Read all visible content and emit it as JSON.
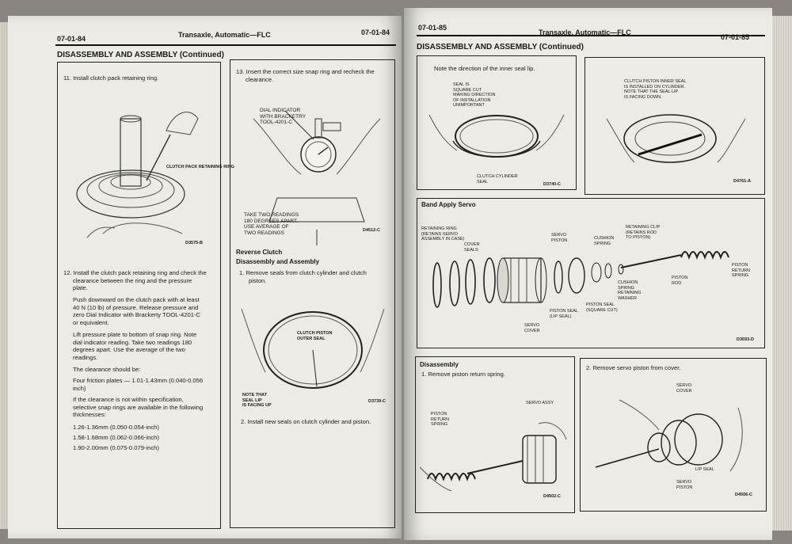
{
  "left_page": {
    "page_number_left": "07-01-84",
    "running_head": "Transaxle, Automatic—FLC",
    "page_number_right": "07-01-84",
    "section_title": "DISASSEMBLY AND ASSEMBLY (Continued)",
    "col1": {
      "step11": "11.  Install clutch pack retaining ring.",
      "fig1_callout": "CLUTCH PACK RETAINING RING",
      "fig1_id": "D3575-B",
      "step12_lines": [
        "12.   Install the clutch pack retaining ring and check the",
        "clearance between the ring and the pressure",
        "plate."
      ],
      "para1_lines": [
        "Push downward on the clutch pack with at least",
        "40 N (10 lb) of pressure. Release pressure and",
        "zero Dial Indicator with Brackerty TOOL-4201-C",
        "or equivalent."
      ],
      "para2_lines": [
        "Lift pressure plate to bottom of snap ring. Note",
        "dial indicator reading. Take two readings 180",
        "degrees apart. Use the average of the two",
        "readings."
      ],
      "clearance_label": "The clearance should be:",
      "clearance_lines": [
        "Four friction plates — 1.01-1.43mm (0.040-0.056",
        "inch)"
      ],
      "para3_lines": [
        "If the clearance is not within specification,",
        "selective snap rings are available in the following",
        "thicknesses:"
      ],
      "thicknesses": [
        "1.26-1.36mm (0.050-0.054-inch)",
        "1.58-1.68mm (0.062-0.066-inch)",
        "1.90-2.00mm (0.075-0.079-inch)"
      ]
    },
    "col2": {
      "step13_lines": [
        "13.  Insert the correct size snap ring and recheck the",
        "clearance."
      ],
      "fig2_callout_top": [
        "DIAL INDICATOR",
        "WITH BRACKETRY",
        "TOOL-4201-C"
      ],
      "fig2_callout_bottom": [
        "TAKE TWO READINGS",
        "180 DEGREES APART.",
        "USE AVERAGE OF",
        "TWO READINGS"
      ],
      "fig2_id": "D4512-C",
      "subsection": "Reverse Clutch",
      "subsubsection": "Disassembly and Assembly",
      "step1_lines": [
        "1.   Remove seals from clutch cylinder and clutch",
        "piston."
      ],
      "fig3_callout": [
        "CLUTCH PISTON",
        "OUTER SEAL"
      ],
      "fig3_note": [
        "NOTE THAT",
        "SEAL LIP",
        "IS FACING UP"
      ],
      "fig3_id": "D3739-C",
      "step2": "2.   Install new seals on clutch cylinder and piston."
    }
  },
  "right_page": {
    "page_number_left": "07-01-85",
    "running_head": "Transaxle, Automatic—FLC",
    "page_number_right": "07-01-85",
    "section_title": "DISASSEMBLY AND ASSEMBLY (Continued)",
    "top_left": {
      "note": "Note the direction of the inner seal lip.",
      "callout1": [
        "SEAL IS",
        "SQUARE CUT",
        "MAKING DIRECTION",
        "OF INSTALLATION",
        "UNIMPORTANT"
      ],
      "callout2": [
        "CLUTCH CYLINDER",
        "SEAL"
      ],
      "fig_id": "D3740-C"
    },
    "top_right": {
      "callout": [
        "CLUTCH PISTON INNER SEAL",
        "IS INSTALLED ON CYLINDER.",
        "NOTE THAT THE SEAL LIP",
        "IS FACING DOWN."
      ],
      "fig_id": "D4761-A"
    },
    "servo": {
      "heading": "Band Apply Servo",
      "labels": {
        "retaining_ring": [
          "RETAINING RING",
          "(RETAINS SERVO",
          "ASSEMBLY IN CASE)"
        ],
        "cover_seals": [
          "COVER",
          "SEALS"
        ],
        "servo_piston": [
          "SERVO",
          "PISTON"
        ],
        "cushion_spring": [
          "CUSHION",
          "SPRING"
        ],
        "retaining_clip": [
          "RETAINING CLIP",
          "(RETAINS ROD",
          "TO PISTON)"
        ],
        "piston_return_spring": [
          "PISTON",
          "RETURN",
          "SPRING"
        ],
        "piston_rod": [
          "PISTON",
          "ROD"
        ],
        "cushion_spring_washer": [
          "CUSHION",
          "SPRING",
          "RETAINING",
          "WASHER"
        ],
        "piston_seal_lip": [
          "PISTON SEAL",
          "(LIP SEAL)"
        ],
        "piston_seal_square": [
          "PISTON SEAL",
          "(SQUARE CUT)"
        ],
        "servo_cover": [
          "SERVO",
          "COVER"
        ]
      },
      "fig_id": "D3693-D"
    },
    "bottom_left": {
      "heading": "Disassembly",
      "step1": "1.   Remove piston return spring.",
      "callout_spring": [
        "PISTON",
        "RETURN",
        "SPRING"
      ],
      "callout_servo": "SERVO ASSY",
      "fig_id": "D4502-C"
    },
    "bottom_right": {
      "step2": "2.   Remove servo piston from cover.",
      "callout_cover": [
        "SERVO",
        "COVER"
      ],
      "callout_lip": "LIP SEAL",
      "callout_piston": [
        "SERVO",
        "PISTON"
      ],
      "fig_id": "D4506-C"
    }
  }
}
